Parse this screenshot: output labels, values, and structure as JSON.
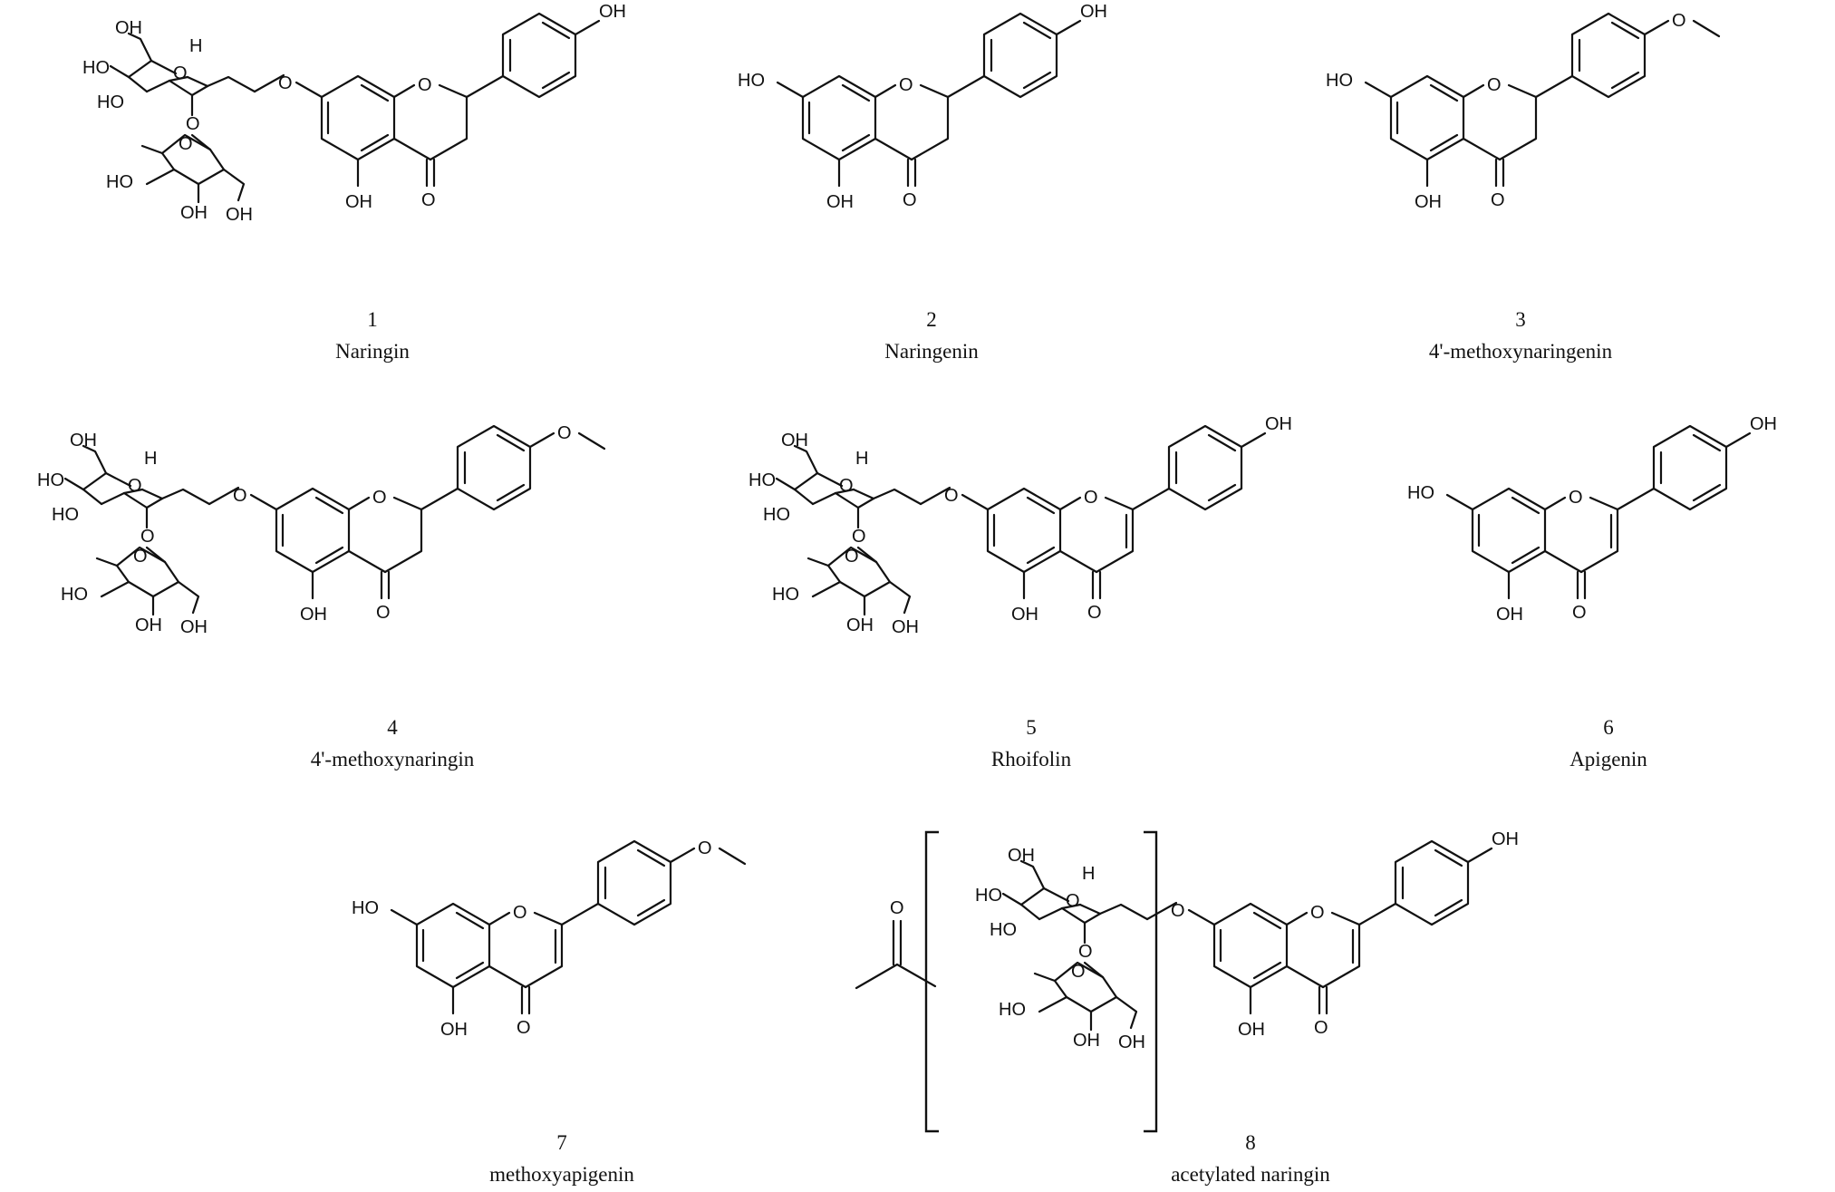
{
  "compounds": [
    {
      "number": "1",
      "name": "Naringin"
    },
    {
      "number": "2",
      "name": "Naringenin"
    },
    {
      "number": "3",
      "name": "4'-methoxynaringenin"
    },
    {
      "number": "4",
      "name": "4'-methoxynaringin"
    },
    {
      "number": "5",
      "name": "Rhoifolin"
    },
    {
      "number": "6",
      "name": "Apigenin"
    },
    {
      "number": "7",
      "name": "methoxyapigenin"
    },
    {
      "number": "8",
      "name": "acetylated naringin"
    }
  ],
  "atom_labels": {
    "OH": "OH",
    "HO": "HO",
    "O": "O",
    "H": "H"
  }
}
